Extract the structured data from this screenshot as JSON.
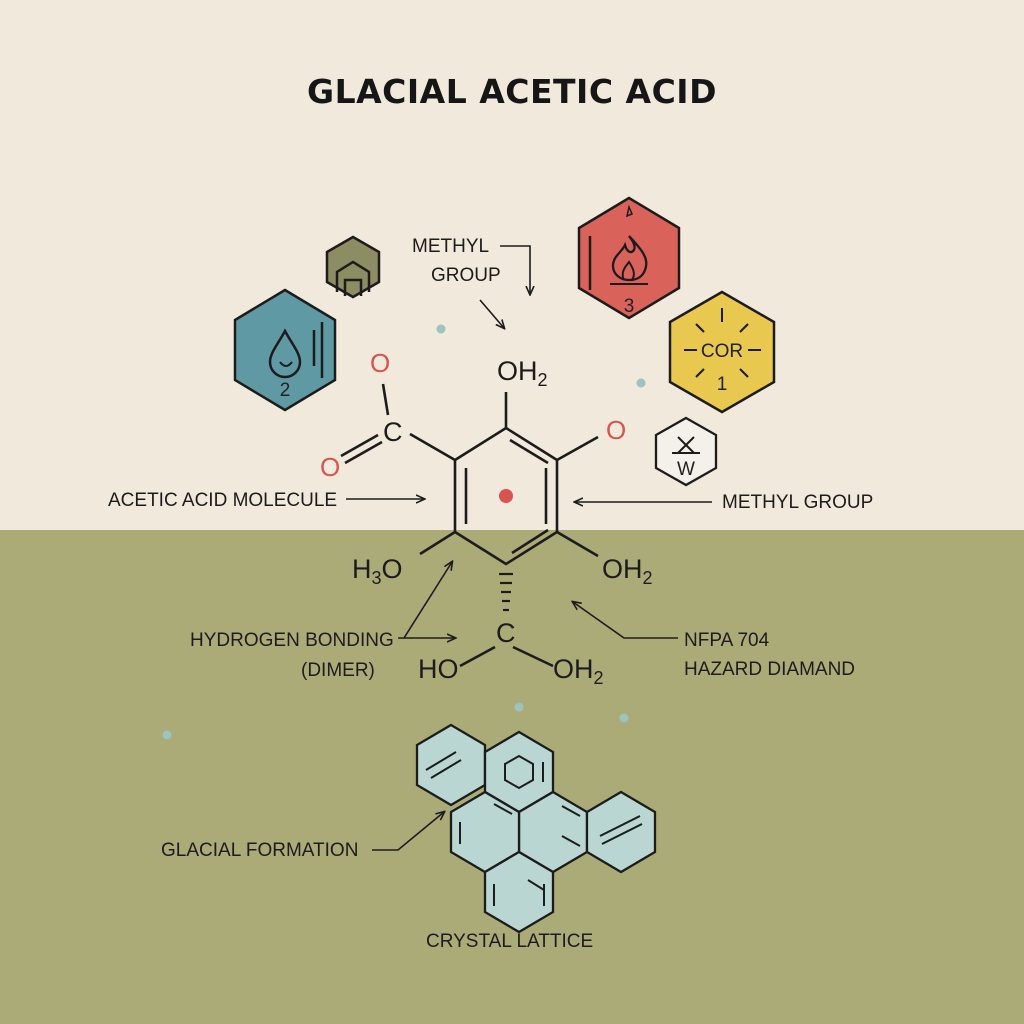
{
  "title": "GLACIAL ACETIC ACID",
  "labels": {
    "methyl_group_top_line1": "METHYL",
    "methyl_group_top_line2": "GROUP",
    "acetic_acid_molecule": "ACETIC ACID MOLECULE",
    "methyl_group_right": "METHYL GROUP",
    "hydrogen_bonding_line1": "HYDROGEN BONDING",
    "hydrogen_bonding_line2": "(DIMER)",
    "nfpa_line1": "NFPA 704",
    "nfpa_line2": "HAZARD DIAMAND",
    "glacial_formation": "GLACIAL FORMATION",
    "crystal_lattice": "CRYSTAL LATTICE"
  },
  "atoms": {
    "oh2_top": "OH",
    "oh2_top_sub": "2",
    "o_top_left": "O",
    "c_carbonyl": "C",
    "o_left": "O",
    "o_right": "O",
    "h3o": "H",
    "h3o_sub": "3",
    "h3o_tail": "O",
    "oh2_right": "OH",
    "oh2_right_sub": "2",
    "c_bottom": "C",
    "ho_bottom": "HO",
    "oh2_bottom": "OH",
    "oh2_bottom_sub": "2"
  },
  "hazard_icons": {
    "health": {
      "value": "2",
      "color": "#5f9aa4",
      "icon": "droplet-icon"
    },
    "flammability": {
      "value": "3",
      "color": "#d9625b",
      "icon": "flame-icon"
    },
    "special": {
      "text": "COR",
      "value": "1",
      "color": "#e8c84f",
      "icon": "sunburst-icon"
    },
    "water_reactive": {
      "text": "W",
      "color": "#f4f1ea",
      "icon": "cross-icon"
    },
    "small_top": {
      "color": "#8d8d63",
      "icon": "hexagon-icon"
    }
  },
  "colors": {
    "background_top": "#f1e9dc",
    "background_bottom": "#abab78",
    "lattice_fill": "#b9d6d2",
    "accent_red": "#d9544e"
  }
}
